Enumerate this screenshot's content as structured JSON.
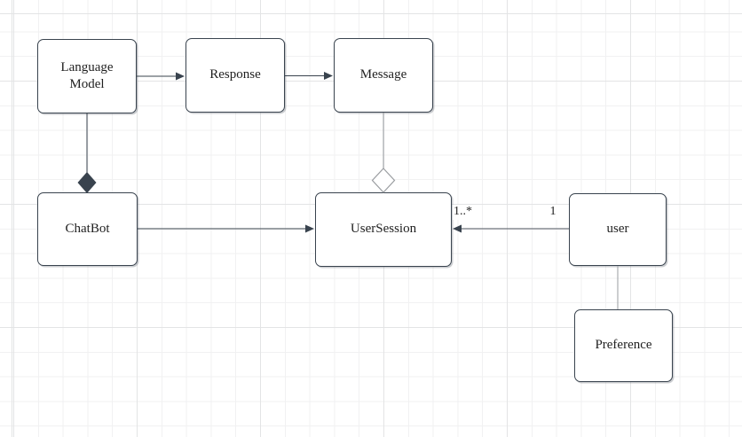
{
  "diagram": {
    "title": "ChatBot UML class-relationship diagram",
    "nodes": [
      {
        "id": "language-model",
        "label": "Language Model"
      },
      {
        "id": "response",
        "label": "Response"
      },
      {
        "id": "message",
        "label": "Message"
      },
      {
        "id": "chatbot",
        "label": "ChatBot"
      },
      {
        "id": "usersession",
        "label": "UserSession"
      },
      {
        "id": "user",
        "label": "user"
      },
      {
        "id": "preference",
        "label": "Preference"
      }
    ],
    "edges": [
      {
        "id": "language-model-to-response",
        "from": "Language Model",
        "to": "Response",
        "type": "directed-arrow"
      },
      {
        "id": "response-to-message",
        "from": "Response",
        "to": "Message",
        "type": "directed-arrow"
      },
      {
        "id": "language-model-to-chatbot",
        "from": "Language Model",
        "to": "ChatBot",
        "type": "composition-filled-diamond"
      },
      {
        "id": "message-to-usersession",
        "from": "Message",
        "to": "UserSession",
        "type": "aggregation-hollow-diamond"
      },
      {
        "id": "chatbot-to-usersession",
        "from": "ChatBot",
        "to": "UserSession",
        "type": "directed-arrow"
      },
      {
        "id": "user-to-usersession",
        "from": "user",
        "to": "UserSession",
        "type": "directed-arrow",
        "multiplicity_at_target": "1..*",
        "multiplicity_at_source": "1"
      },
      {
        "id": "user-to-preference",
        "from": "user",
        "to": "Preference",
        "type": "plain-line"
      }
    ],
    "labels": {
      "usersession_multiplicity": "1..*",
      "user_multiplicity": "1"
    },
    "colors": {
      "stroke_dark": "#39434e",
      "stroke_light": "#9a9da1",
      "text": "#1f1f1f",
      "node_fill": "#ffffff",
      "grid_minor": "#f1f1f2",
      "grid_major": "#e3e4e5",
      "background": "#ffffff"
    }
  }
}
